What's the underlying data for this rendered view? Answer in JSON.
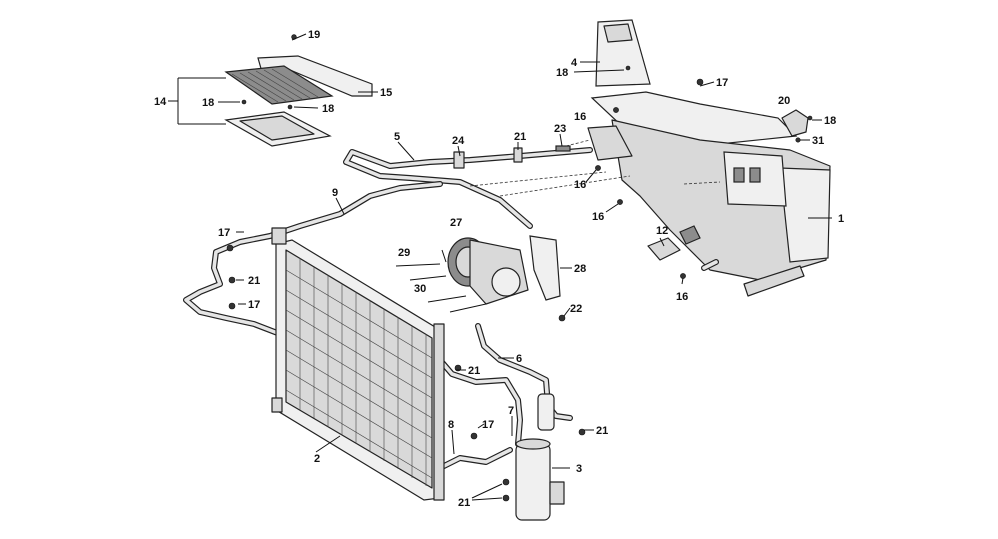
{
  "callouts": [
    {
      "id": "c1",
      "text": "1"
    },
    {
      "id": "c2",
      "text": "2"
    },
    {
      "id": "c3",
      "text": "3"
    },
    {
      "id": "c4",
      "text": "4"
    },
    {
      "id": "c5",
      "text": "5"
    },
    {
      "id": "c6",
      "text": "6"
    },
    {
      "id": "c7",
      "text": "7"
    },
    {
      "id": "c8",
      "text": "8"
    },
    {
      "id": "c9",
      "text": "9"
    },
    {
      "id": "c12",
      "text": "12"
    },
    {
      "id": "c14",
      "text": "14"
    },
    {
      "id": "c15",
      "text": "15"
    },
    {
      "id": "c16a",
      "text": "16"
    },
    {
      "id": "c16b",
      "text": "16"
    },
    {
      "id": "c16c",
      "text": "16"
    },
    {
      "id": "c16d",
      "text": "16"
    },
    {
      "id": "c17a",
      "text": "17"
    },
    {
      "id": "c17b",
      "text": "17"
    },
    {
      "id": "c17c",
      "text": "17"
    },
    {
      "id": "c17d",
      "text": "17"
    },
    {
      "id": "c18a",
      "text": "18"
    },
    {
      "id": "c18b",
      "text": "18"
    },
    {
      "id": "c18c",
      "text": "18"
    },
    {
      "id": "c18d",
      "text": "18"
    },
    {
      "id": "c19",
      "text": "19"
    },
    {
      "id": "c20",
      "text": "20"
    },
    {
      "id": "c21a",
      "text": "21"
    },
    {
      "id": "c21b",
      "text": "21"
    },
    {
      "id": "c21c",
      "text": "21"
    },
    {
      "id": "c21d",
      "text": "21"
    },
    {
      "id": "c21e",
      "text": "21"
    },
    {
      "id": "c22",
      "text": "22"
    },
    {
      "id": "c23",
      "text": "23"
    },
    {
      "id": "c24",
      "text": "24"
    },
    {
      "id": "c27",
      "text": "27"
    },
    {
      "id": "c28",
      "text": "28"
    },
    {
      "id": "c29",
      "text": "29"
    },
    {
      "id": "c30",
      "text": "30"
    },
    {
      "id": "c31",
      "text": "31"
    }
  ]
}
